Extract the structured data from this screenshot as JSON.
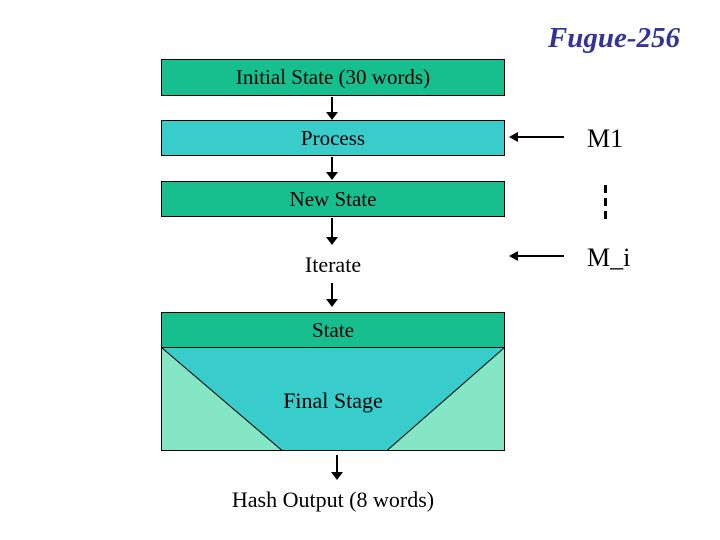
{
  "slide": {
    "title": "Fugue-256",
    "flow": {
      "initial_state": "Initial State (30 words)",
      "process": "Process",
      "new_state": "New State",
      "iterate": "Iterate",
      "state": "State",
      "final_stage": "Final Stage",
      "hash_output": "Hash Output (8 words)"
    },
    "message_inputs": {
      "first": "M1",
      "ith": "M_i"
    },
    "colors": {
      "title_text": "#333399",
      "state_box_fill": "#17bf8f",
      "process_box_fill": "#38cccb",
      "funnel_outer_fill": "#84e6c4",
      "funnel_inner_fill": "#38cccb",
      "line": "#000000"
    }
  }
}
